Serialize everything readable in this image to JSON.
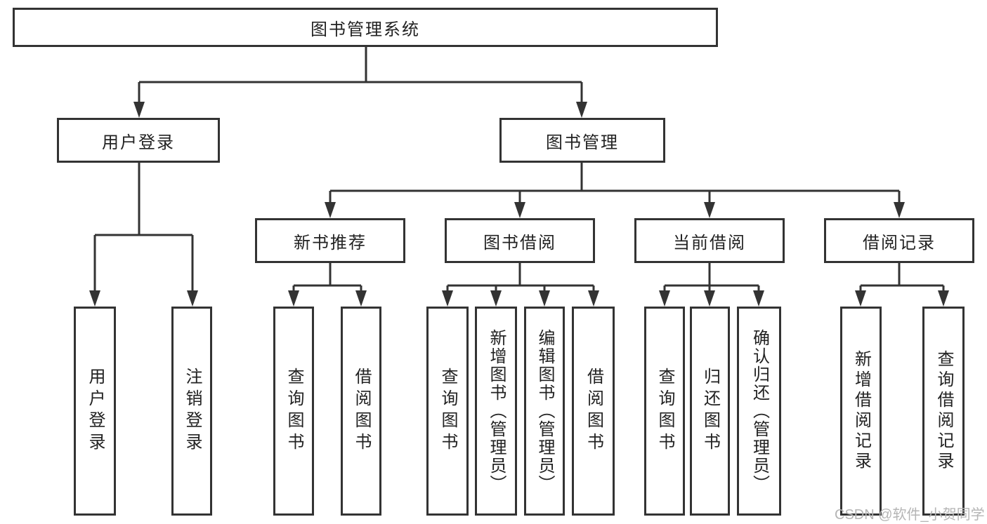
{
  "colors": {
    "line": "#333333",
    "box_border": "#333333",
    "text": "#222222",
    "background": "#ffffff",
    "watermark": "#b5b5b5"
  },
  "watermark": {
    "text": "CSDN @软件_小贺同学"
  },
  "tree": {
    "root": {
      "label": "图书管理系统"
    },
    "level2": [
      {
        "label": "用户登录"
      },
      {
        "label": "图书管理"
      }
    ],
    "level3": [
      {
        "label": "新书推荐"
      },
      {
        "label": "图书借阅"
      },
      {
        "label": "当前借阅"
      },
      {
        "label": "借阅记录"
      }
    ],
    "leaves": {
      "user_login": [
        {
          "label": "用户登录"
        },
        {
          "label": "注销登录"
        }
      ],
      "new_book": [
        {
          "label": "查询图书"
        },
        {
          "label": "借阅图书"
        }
      ],
      "book_borrow": [
        {
          "label": "查询图书"
        },
        {
          "label": "新增图书（管理员）"
        },
        {
          "label": "编辑图书（管理员）"
        },
        {
          "label": "借阅图书"
        }
      ],
      "current_borrow": [
        {
          "label": "查询图书"
        },
        {
          "label": "归还图书"
        },
        {
          "label": "确认归还（管理员）"
        }
      ],
      "borrow_record": [
        {
          "label": "新增借阅记录"
        },
        {
          "label": "查询借阅记录"
        }
      ]
    }
  }
}
